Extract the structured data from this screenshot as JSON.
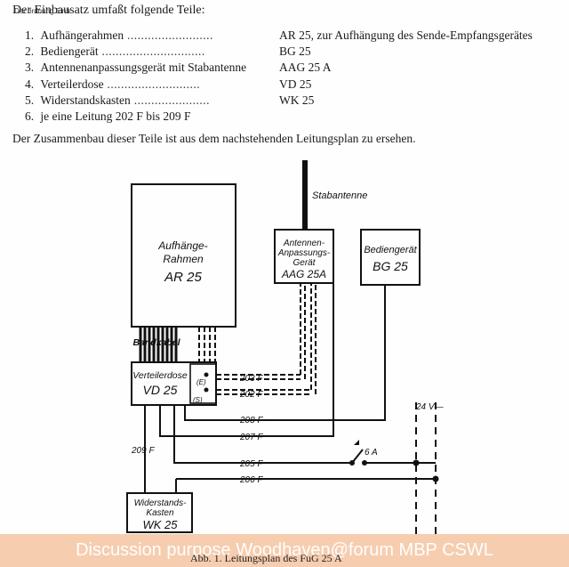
{
  "intro": "Der Einbausatz umfaßt folgende Teile:",
  "overlay_small": "Der ordnung Einb",
  "parts": [
    {
      "num": "1.",
      "name": "Aufhängerahmen",
      "dots": " .........................",
      "value": "AR 25, zur Aufhängung des Sende-Empfangsgerätes"
    },
    {
      "num": "2.",
      "name": "Bediengerät",
      "dots": " ..............................",
      "value": "BG 25"
    },
    {
      "num": "3.",
      "name": "Antennenanpassungsgerät mit Stabantenne",
      "dots": "",
      "value": "AAG 25 A"
    },
    {
      "num": "4.",
      "name": "Verteilerdose",
      "dots": " ...........................",
      "value": "VD 25"
    },
    {
      "num": "5.",
      "name": "Widerstandskasten",
      "dots": " ......................",
      "value": "WK 25"
    },
    {
      "num": "6.",
      "name": "je eine Leitung 202 F bis 209 F",
      "dots": "",
      "value": ""
    }
  ],
  "paragraph": "Der Zusammenbau dieser Teile ist aus dem nachstehenden Leitungsplan zu ersehen.",
  "diagram": {
    "stabantenne": "Stabantenne",
    "ar_line1": "Aufhänge-",
    "ar_line2": "Rahmen",
    "ar_code": "AR 25",
    "aag_line1": "Antennen-",
    "aag_line2": "Anpassungs-",
    "aag_line3": "Gerät",
    "aag_code": "AAG 25A",
    "bg_line1": "Bediengerät",
    "bg_code": "BG 25",
    "bandkabel": "Bandkabel",
    "vd_line1": "Verteilerdose",
    "vd_code": "VD 25",
    "e_label": "(E)",
    "s_label": "(S)",
    "c203": "203 F",
    "c202": "202 F",
    "c208": "208 F",
    "c207": "207 F",
    "c209": "209 F",
    "c205": "205 F",
    "c206": "206 F",
    "v24": "24 V—",
    "fuse": "6 A",
    "wk_line1": "Widerstands-",
    "wk_line2": "Kasten",
    "wk_code": "WK 25"
  },
  "caption": "Abb. 1.  Leitungsplan des FuG 25 A",
  "watermark": "Discussion purpose Woodhaven@forum MBP CSWL"
}
